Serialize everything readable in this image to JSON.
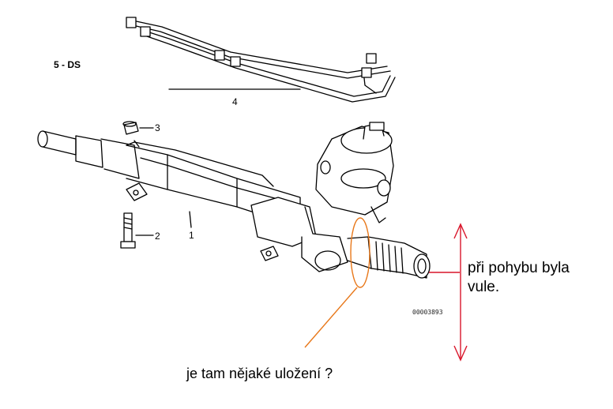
{
  "diagram": {
    "section_code": "5 - DS",
    "callouts": {
      "rack_housing": "1",
      "bolt": "2",
      "nut": "3",
      "pipe_set": "4"
    },
    "drawing_number": "00003893"
  },
  "annotations": {
    "play_note": "při pohybu byla vule.",
    "question_note": "je tam nějaké uložení ?",
    "colors": {
      "red_arrow": "#d9152a",
      "orange_marker": "#e8781a",
      "line_art": "#000000"
    }
  }
}
